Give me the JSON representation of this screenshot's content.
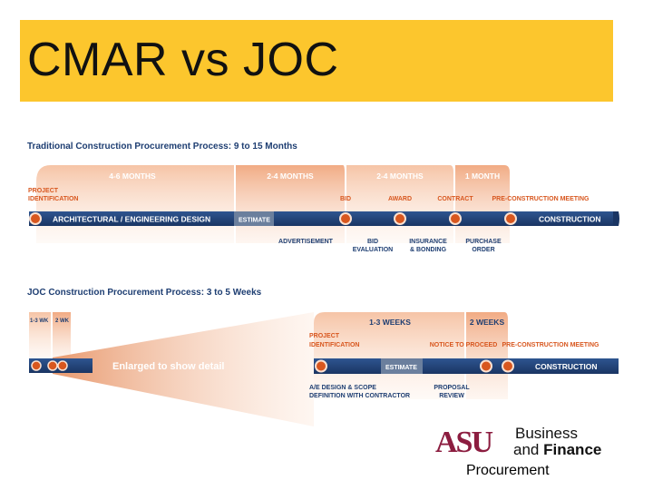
{
  "title": "CMAR vs JOC",
  "colors": {
    "title_band": "#fcc62d",
    "navy": "#1e3e72",
    "orange": "#d8571f",
    "peach_light": "#fbe1d1",
    "peach_mid": "#f4b896",
    "asu_maroon": "#8c1d40"
  },
  "traditional": {
    "title": "Traditional Construction Procurement Process: 9 to 15 Months",
    "durations": [
      "4-6 MONTHS",
      "2-4 MONTHS",
      "2-4 MONTHS",
      "1 MONTH"
    ],
    "milestones_top": [
      "PROJECT",
      "IDENTIFICATION",
      "BID",
      "AWARD",
      "CONTRACT",
      "PRE-CONSTRUCTION MEETING"
    ],
    "bar_labels": [
      "ARCHITECTURAL / ENGINEERING DESIGN",
      "ESTIMATE",
      "CONSTRUCTION"
    ],
    "milestones_bottom": [
      "ADVERTISEMENT",
      "BID",
      "EVALUATION",
      "INSURANCE",
      "& BONDING",
      "PURCHASE",
      "ORDER"
    ]
  },
  "joc": {
    "title": "JOC Construction Procurement Process: 3 to 5 Weeks",
    "durations": [
      "1-3 WK",
      "2 WK",
      "1-3 WEEKS",
      "2 WEEKS"
    ],
    "milestones_top": [
      "PROJECT",
      "IDENTIFICATION",
      "NOTICE TO PROCEED",
      "PRE-CONSTRUCTION MEETING"
    ],
    "enlarged_label": "Enlarged to show detail",
    "bar_labels": [
      "ESTIMATE",
      "CONSTRUCTION"
    ],
    "milestones_bottom": [
      "A/E DESIGN & SCOPE",
      "DEFINITION WITH CONTRACTOR",
      "PROPOSAL",
      "REVIEW"
    ]
  },
  "logo": {
    "mark": "ASU",
    "line1": "Business",
    "line2_a": "and",
    "line2_b": "Finance",
    "caption": "Procurement"
  }
}
